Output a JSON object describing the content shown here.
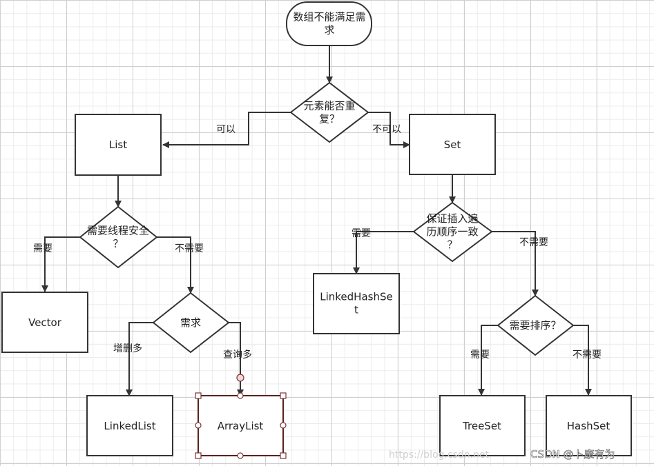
{
  "nodes": {
    "start": "数组不能满足需求",
    "q_repeat": "元素能否重复？",
    "list": "List",
    "set": "Set",
    "q_thread": "需要线程安全？",
    "vector": "Vector",
    "q_need": "需求",
    "linkedlist": "LinkedList",
    "arraylist": "ArrayList",
    "q_order": "保证插入遍历顺序一致？",
    "linkedhashset": "LinkedHashSet",
    "q_sort": "需要排序？",
    "treeset": "TreeSet",
    "hashset": "HashSet"
  },
  "edges": {
    "can": "可以",
    "cannot": "不可以",
    "need1": "需要",
    "noneed1": "不需要",
    "add_del": "增删多",
    "query": "查询多",
    "need2": "需要",
    "noneed2": "不需要",
    "need3": "需要",
    "noneed3": "不需要"
  },
  "watermark": "https://blog.csdn.net",
  "watermark_brand": "CSDN @卜康有为"
}
